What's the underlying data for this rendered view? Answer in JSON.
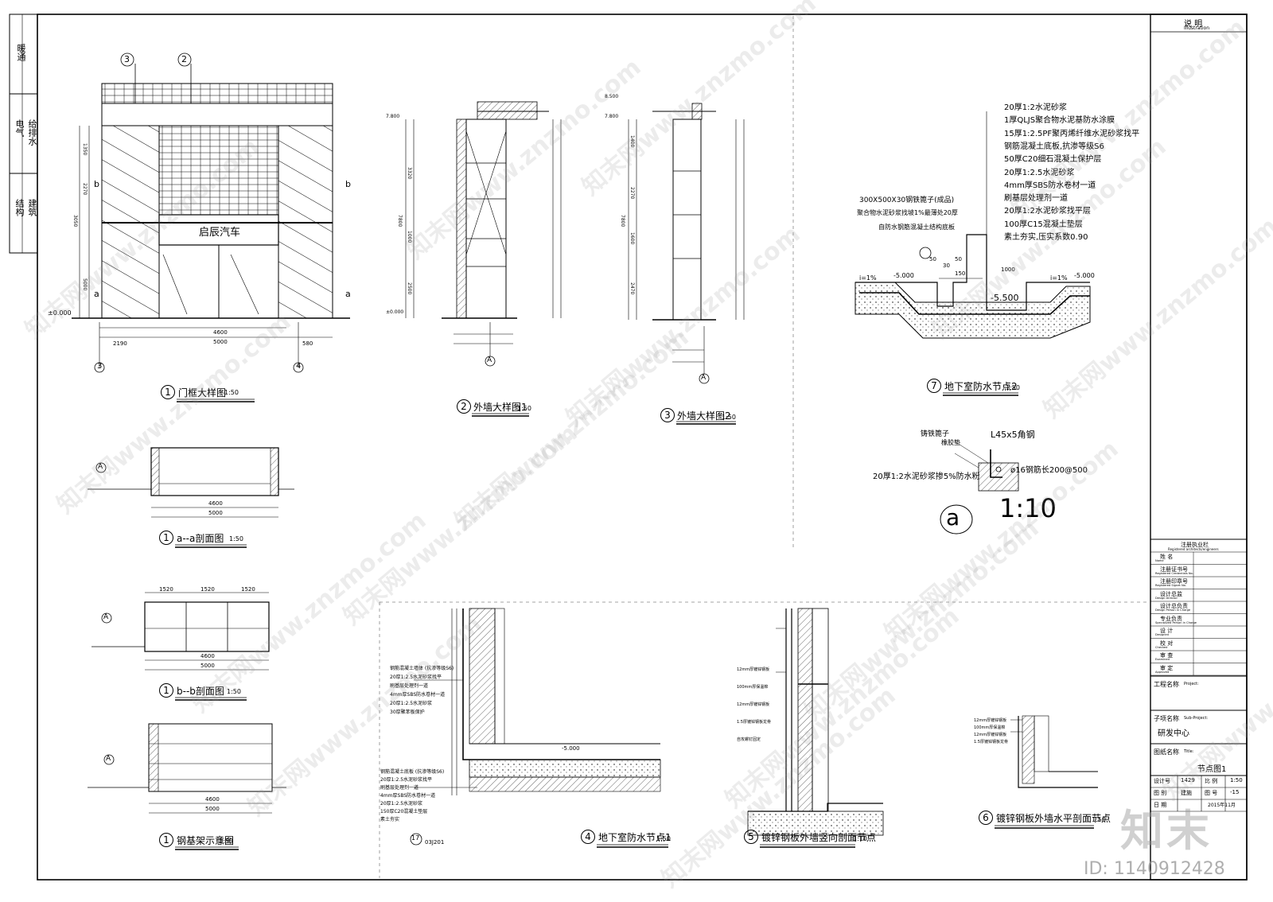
{
  "left_strip": {
    "rows": [
      "暖通",
      "给排水\n电气",
      "建筑\n结构"
    ]
  },
  "drawings": {
    "door_frame": {
      "title": "门框大样图",
      "num": "1",
      "scale": "1:50",
      "sign": "启辰汽车",
      "axis_left": "3",
      "axis_right": "4",
      "axis_top_1": "3",
      "axis_top_2": "2",
      "level": "±0.000",
      "dims_bottom": [
        "2190",
        "4600",
        "5000",
        "580"
      ],
      "section_marks": [
        "b",
        "a"
      ],
      "dims_left": [
        "1350",
        "2270",
        "3050",
        "5000"
      ]
    },
    "wall_1": {
      "title": "外墙大样图1",
      "num": "2",
      "scale": "1:50",
      "level_top": "7.800",
      "level_0": "±0.000",
      "axis": "A",
      "dims": [
        "3320",
        "7800",
        "2500",
        "1000"
      ]
    },
    "wall_2": {
      "title": "外墙大样图2",
      "num": "3",
      "scale": "1:50",
      "level_top": "8.500",
      "level_2": "7.800",
      "axis": "A",
      "dims": [
        "1400",
        "2270",
        "1600",
        "2470",
        "7800"
      ]
    },
    "waterproof_2": {
      "title": "地下室防水节点2",
      "num": "7",
      "scale": "1:50",
      "layers": [
        "20厚1:2水泥砂浆",
        "1厚QLJS聚合物水泥基防水涂膜",
        "15厚1:2.5PF聚丙烯纤维水泥砂浆找平",
        "钢筋混凝土底板,抗渗等级S6",
        "50厚C20细石混凝土保护层",
        "20厚1:2.5水泥砂浆",
        "4mm厚SBS防水卷材一道",
        "刷基层处理剂一道",
        "20厚1:2水泥砂浆找平层",
        "100厚C15混凝土垫层",
        "素土夯实,压实系数0.90"
      ],
      "left_labels": [
        "300X500X30钢铁篦子(成品)",
        "聚合物水泥砂浆找坡1%最薄处20厚",
        "自防水钢筋混凝土结构底板"
      ],
      "slope": "i=1%",
      "level_1": "-5.000",
      "level_2": "-5.500",
      "dims": [
        "50",
        "30",
        "50",
        "150",
        "1000"
      ]
    },
    "detail_a": {
      "label": "a",
      "scale": "1:10",
      "labels": [
        "铸铁篦子",
        "橡胶垫",
        "L45x5角钢",
        "ø16钢筋长200@500",
        "20厚1:2水泥砂浆掺5%防水粉"
      ]
    },
    "section_aa": {
      "title": "a--a剖面图",
      "num": "1",
      "scale": "1:50",
      "axis": "A",
      "dims": [
        "4600",
        "5000"
      ]
    },
    "section_bb": {
      "title": "b--b剖面图",
      "num": "1",
      "scale": "1:50",
      "axis": "A",
      "dims": [
        "1520",
        "1520",
        "1520",
        "4600",
        "5000"
      ]
    },
    "steel_frame": {
      "title": "钢基架示意图",
      "num": "1",
      "scale": "1:50",
      "axis": "A",
      "dims": [
        "4600",
        "5000"
      ]
    },
    "waterproof_1": {
      "title": "地下室防水节点1",
      "num": "4",
      "scale": "1:50",
      "level": "-5.000",
      "ref": "03J201",
      "ref_num": "17",
      "layers_upper": [
        "钢筋混凝土墙体 (抗渗等级S6)",
        "20厚1:2.5水泥砂浆找平",
        "刷基层处理剂一道",
        "4mm厚SBS防水卷材一道",
        "20厚1:2.5水泥砂浆",
        "30厚聚苯板保护"
      ],
      "layers_lower": [
        "钢筋混凝土底板 (抗渗等级S6)",
        "20厚1:2.5水泥砂浆找平",
        "刷基层处理剂一道",
        "4mm厚SBS防水卷材一道",
        "20厚1:2.5水泥砂浆",
        "150厚C20混凝土垫层",
        "素土夯实"
      ]
    },
    "steel_vertical": {
      "title": "镀锌钢板外墙竖向剖面节点",
      "num": "5",
      "scale": "1:10",
      "labels": [
        "12mm厚镀锌钢板",
        "100mm厚保温棉",
        "12mm厚镀锌钢板",
        "1.5厚镀锌钢板龙骨",
        "自攻螺钉固定"
      ]
    },
    "steel_horizontal": {
      "title": "镀锌钢板外墙水平剖面节点",
      "num": "6",
      "scale": "1:50",
      "labels": [
        "12mm厚镀锌钢板",
        "100mm厚保温棉",
        "12mm厚镀锌钢板",
        "1.5厚镀锌钢板龙骨"
      ]
    }
  },
  "title_block": {
    "header": "说    明",
    "header_en": "Illustration",
    "reg_header": "注册执业栏",
    "reg_header_en": "Registered architects/engineers",
    "rows": [
      {
        "cn": "姓    名",
        "en": "Name"
      },
      {
        "cn": "注册证书号",
        "en": "Registered Credentials No."
      },
      {
        "cn": "注册印章号",
        "en": "Registered Signet No."
      },
      {
        "cn": "设计总监",
        "en": "Design Director"
      },
      {
        "cn": "设计总负责",
        "en": "Design Person in Charge"
      },
      {
        "cn": "专业负责",
        "en": "Specialized Person in Charge"
      },
      {
        "cn": "设    计",
        "en": "Designed"
      },
      {
        "cn": "校    对",
        "en": "Checked"
      },
      {
        "cn": "审    查",
        "en": "Examined"
      },
      {
        "cn": "审    定",
        "en": "Approved"
      }
    ],
    "project_label": "工程名称",
    "project_label_en": "Project:",
    "sub_label": "子项名称",
    "sub_label_en": "Sub-Project:",
    "sub_value": "研发中心",
    "title_label": "图纸名称",
    "title_label_en": "Title:",
    "title_value": "节点图1",
    "info": [
      {
        "k": "设计号",
        "v": "1429",
        "k2": "比 例",
        "v2": "1:50"
      },
      {
        "k": "图 别",
        "v": "建施",
        "k2": "图 号",
        "v2": "-15"
      },
      {
        "k": "日 期",
        "v": "",
        "k2": "",
        "v2": "2015年11月"
      }
    ]
  },
  "watermark": {
    "brand": "知末网www.znzmo.com",
    "logo": "知末",
    "id": "ID: 1140912428"
  }
}
